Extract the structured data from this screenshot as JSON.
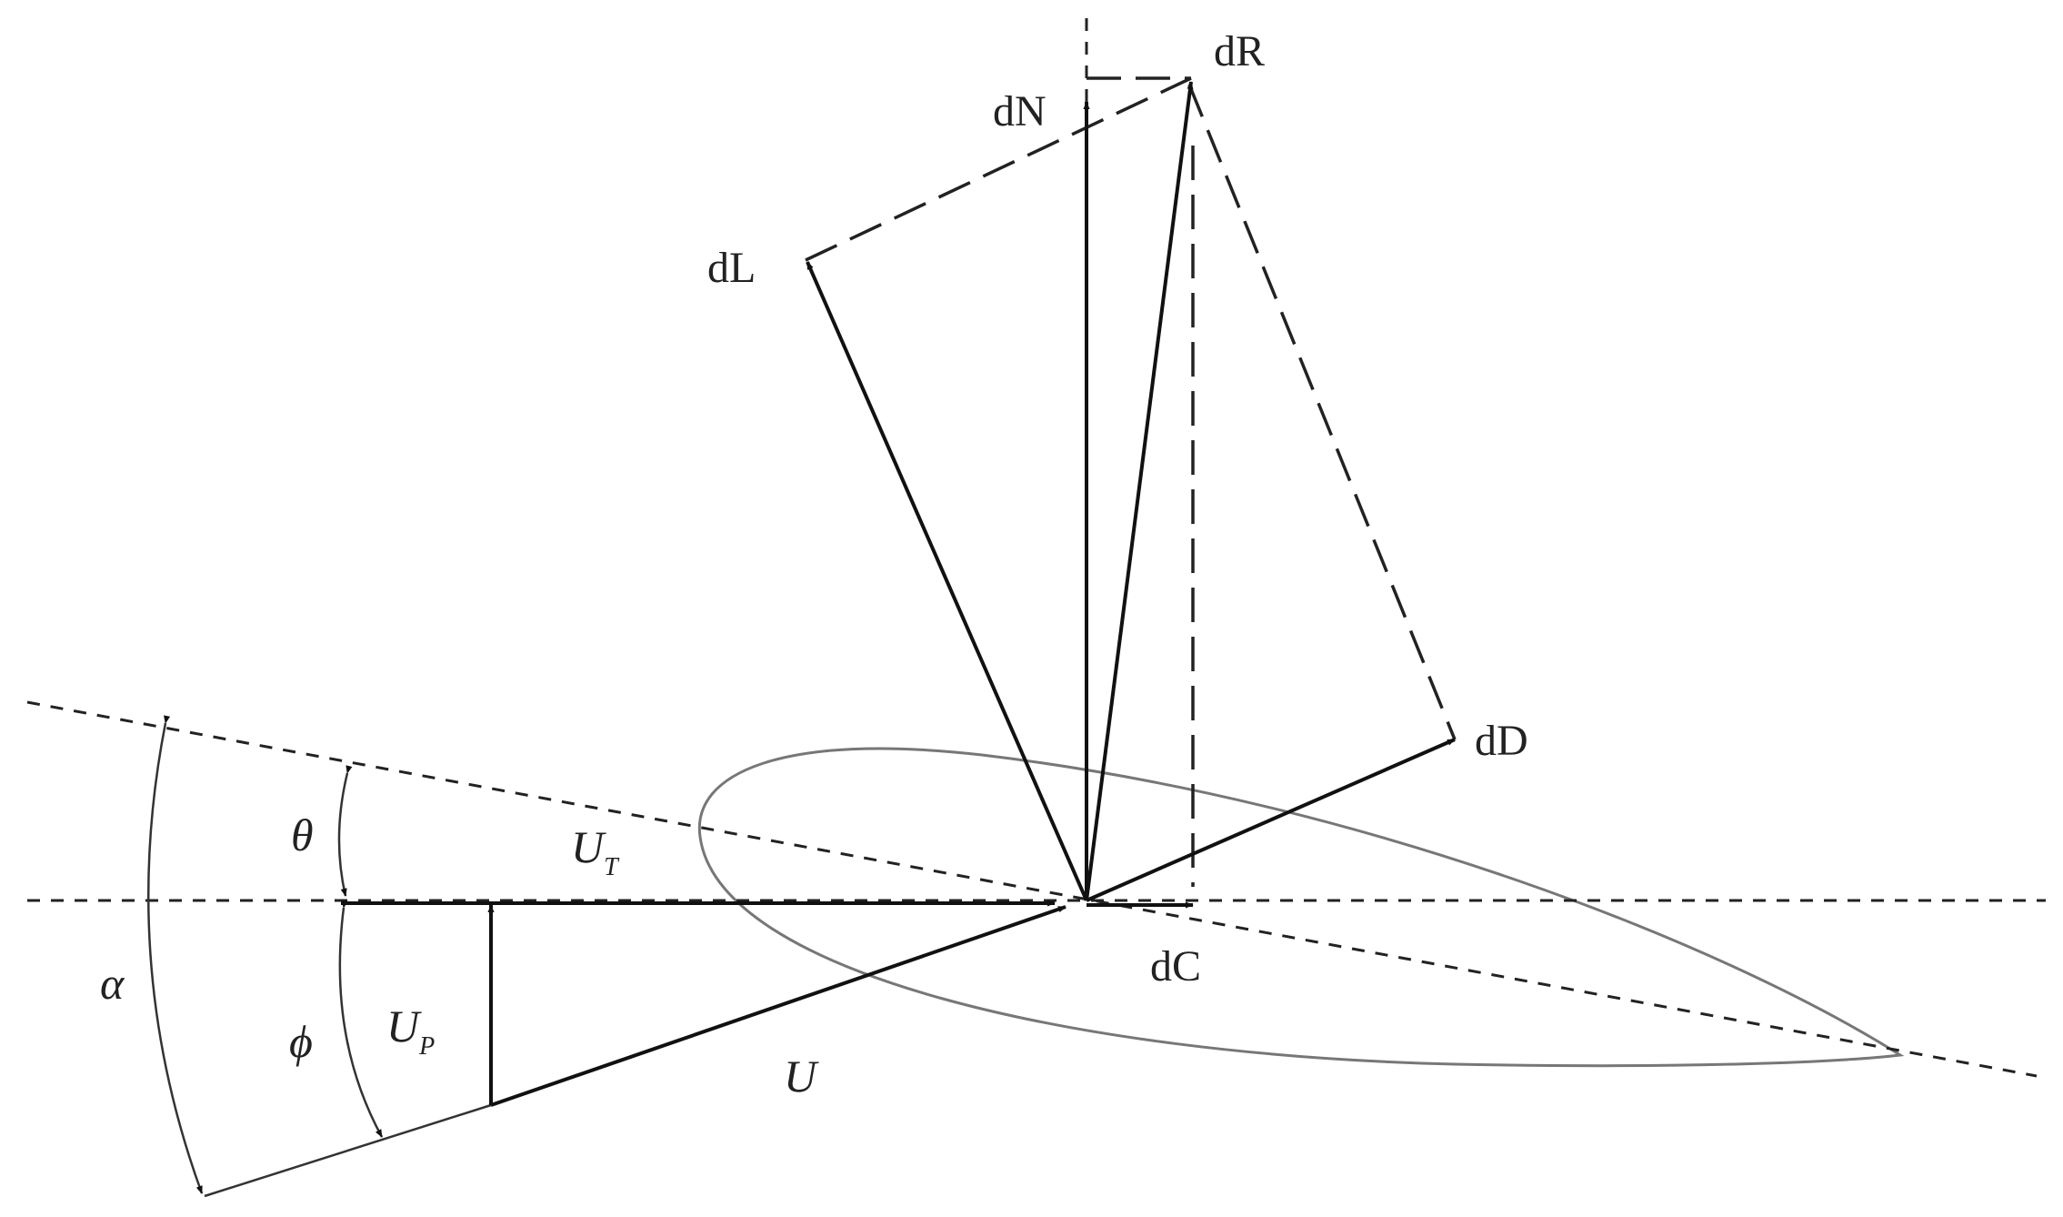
{
  "labels": {
    "dR": "dR",
    "dN": "dN",
    "dL": "dL",
    "dD": "dD",
    "dC": "dC",
    "theta": "θ",
    "alpha": "α",
    "phi": "ϕ",
    "U": "U",
    "UT_main": "U",
    "UT_sub": "T",
    "UP_main": "U",
    "UP_sub": "P"
  },
  "colors": {
    "stroke": "#111111",
    "airfoil": "#777777",
    "background": "#ffffff"
  }
}
